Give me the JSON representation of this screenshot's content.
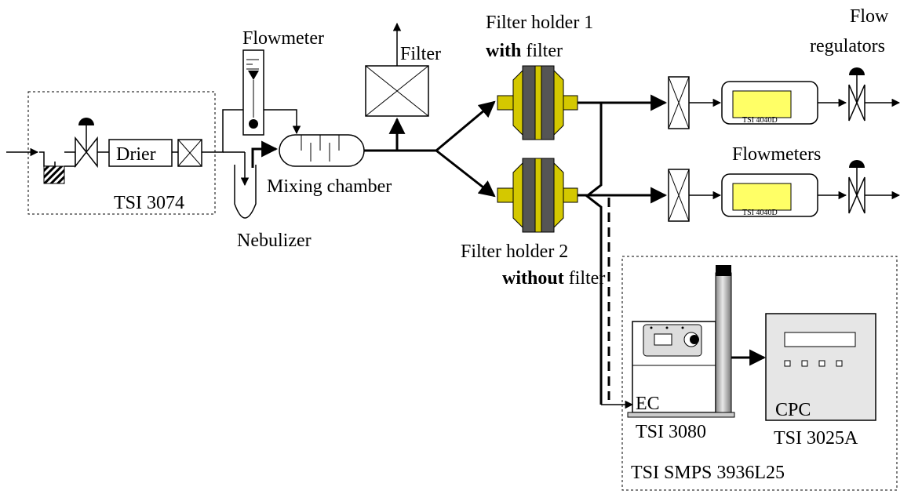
{
  "labels": {
    "flowmeter": "Flowmeter",
    "filter": "Filter",
    "filter_holder_1_line1": "Filter holder 1",
    "filter_holder_1_bold": "with",
    "filter_holder_1_rest": " filter",
    "flow": "Flow",
    "regulators": "regulators",
    "drier": "Drier",
    "mixing_chamber": "Mixing chamber",
    "tsi_3074": "TSI 3074",
    "flowmeters": "Flowmeters",
    "nebulizer": "Nebulizer",
    "filter_holder_2_line1": "Filter holder 2",
    "filter_holder_2_bold": "without",
    "filter_holder_2_rest": " filter",
    "tsi_4040d": "TSI 4040D",
    "ec": "EC",
    "tsi_3080": "TSI 3080",
    "cpc": "CPC",
    "tsi_3025a": "TSI 3025A",
    "tsi_smps": "TSI SMPS 3936L25"
  },
  "colors": {
    "filter_holder": "#d4c800",
    "filter_holder_dark": "#555555",
    "flowmeter_display": "#ffff66",
    "cpc_body": "#e6e6e6",
    "column_gray": "#b0b0b0"
  }
}
